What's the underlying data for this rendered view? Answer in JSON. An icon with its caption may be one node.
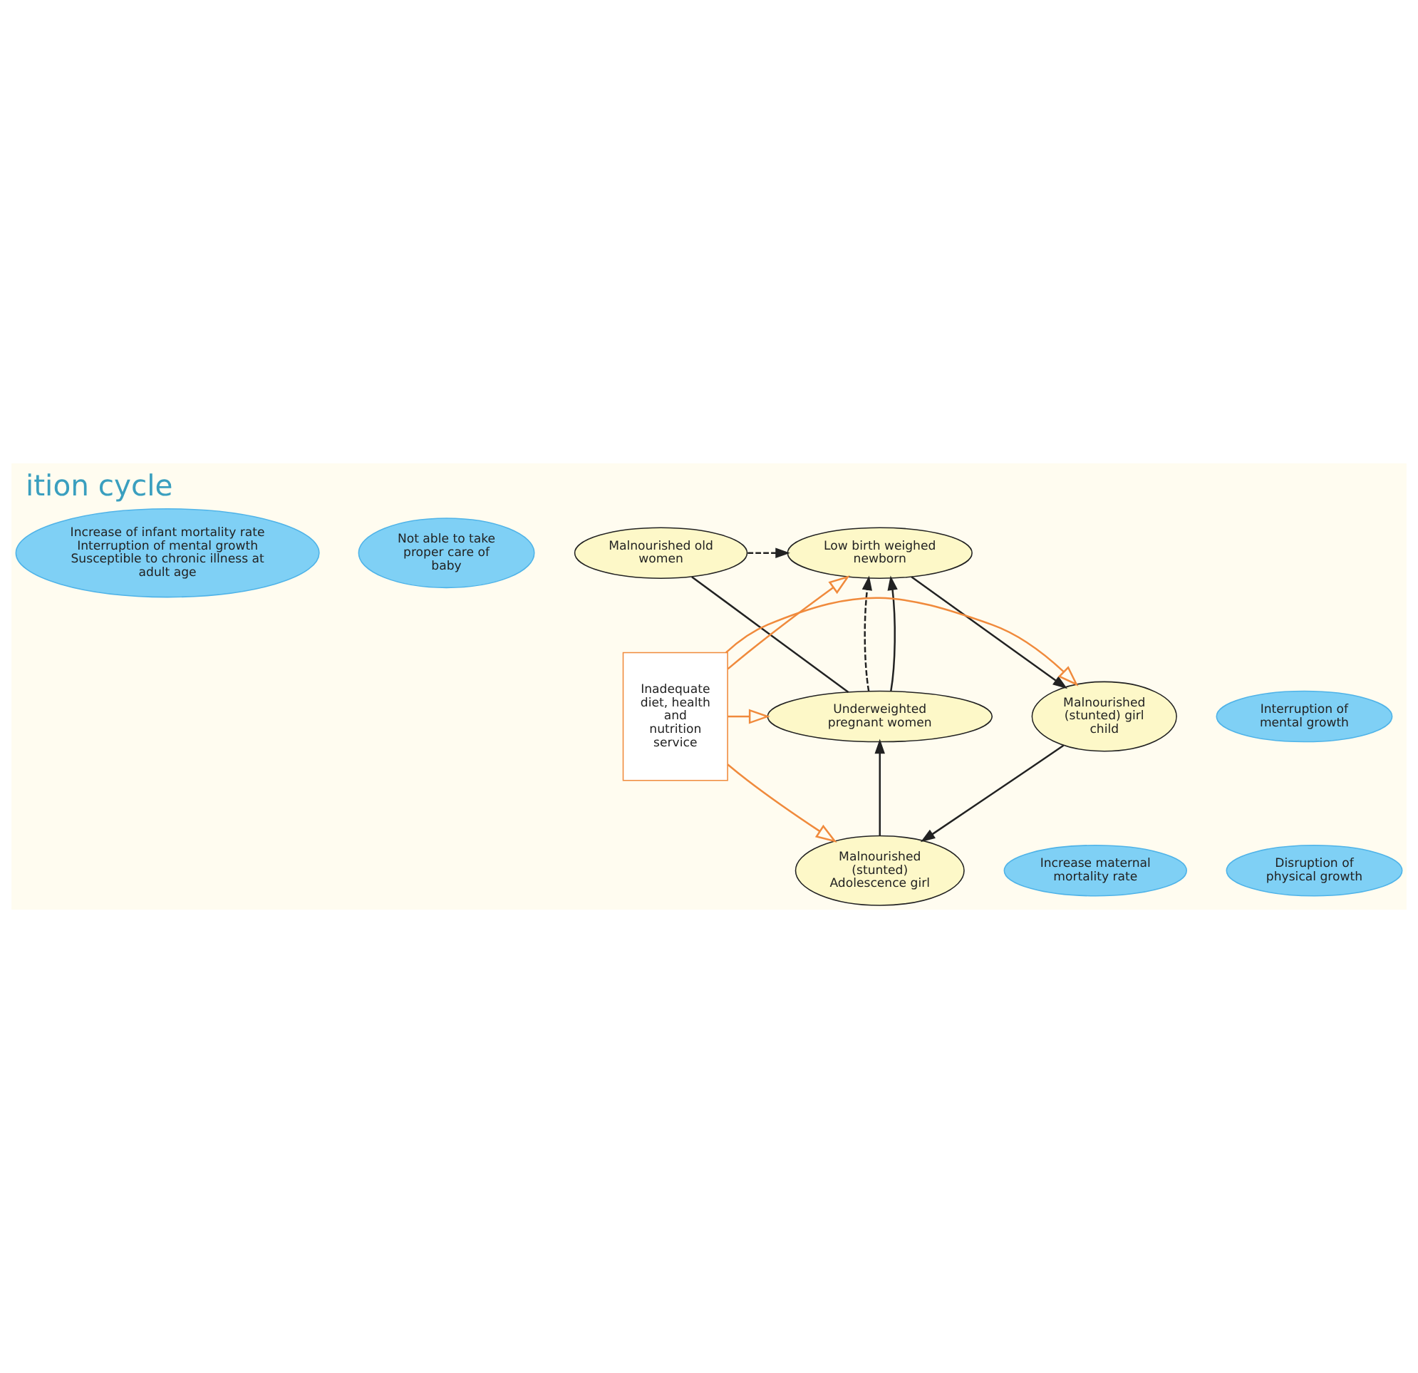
{
  "diagram": {
    "title": "ition cycle",
    "nodes": [
      {
        "text": [
          "Increase of infant mortality rate Interruption of mental growth Susceptible to chronic illness at adult age"
        ]
      },
      {
        "text": [
          "Not able to take proper care of baby"
        ]
      },
      {
        "text": [
          "Malnourished old women"
        ]
      },
      {
        "text": [
          "Low birth weighed newborn"
        ]
      },
      {
        "text": [
          "Interruption of mental growth"
        ]
      },
      {
        "text": [
          "Underweighted pregnant women"
        ]
      },
      {
        "text": [
          "Inadequate diet, health and nutrition service"
        ]
      },
      {
        "text": [
          "Malnourished (stunted) girl child"
        ]
      },
      {
        "text": [
          "Increase maternal mortality rate"
        ]
      },
      {
        "text": [
          "Malnourished (stunted) Adolescence girl"
        ]
      },
      {
        "text": [
          "Disruption of physical growth"
        ]
      }
    ],
    "edges": [
      {
        "from": 2,
        "to": 3,
        "arrow": "to",
        "style": "dashed"
      },
      {
        "from": 5,
        "to": 3,
        "arrow": "to",
        "style": "dashed"
      },
      {
        "from": 5,
        "to": 3,
        "arrow": "to"
      },
      {
        "from": 2,
        "to": 5,
        "arrow": "none"
      },
      {
        "from": 3,
        "to": 7,
        "arrow": "to"
      },
      {
        "from": 7,
        "to": 9,
        "arrow": "to"
      },
      {
        "from": 9,
        "to": 5,
        "arrow": "to"
      },
      {
        "from": 6,
        "to": 3,
        "arrow": "to",
        "color": "#f08a3c"
      },
      {
        "from": 6,
        "to": 5,
        "arrow": "to",
        "color": "#f08a3c"
      },
      {
        "from": 6,
        "to": 7,
        "arrow": "to",
        "color": "#f08a3c"
      },
      {
        "from": 6,
        "to": 9,
        "arrow": "to",
        "color": "#f08a3c"
      }
    ]
  }
}
